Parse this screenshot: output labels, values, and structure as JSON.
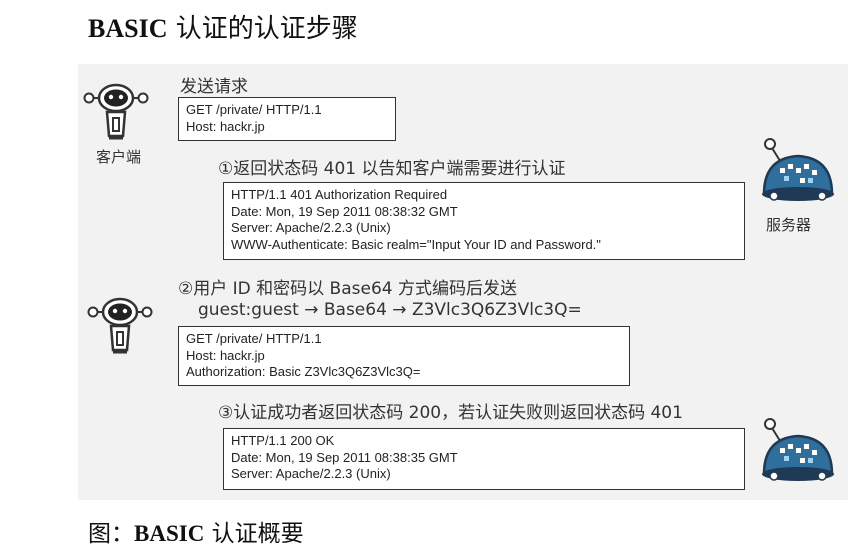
{
  "title_bold": "BASIC",
  "title_rest": " 认证的认证步骤",
  "caption_prefix": "图：",
  "caption_bold": "BASIC",
  "caption_rest": " 认证概要",
  "client_label": "客户端",
  "server_label": "服务器",
  "step0": {
    "label": "发送请求",
    "lines": [
      "GET /private/ HTTP/1.1",
      "Host: hackr.jp"
    ]
  },
  "step1": {
    "label": "①返回状态码 401 以告知客户端需要进行认证",
    "lines": [
      "HTTP/1.1 401 Authorization Required",
      "Date: Mon, 19 Sep 2011 08:38:32 GMT",
      "Server: Apache/2.2.3 (Unix)",
      "WWW-Authenticate: Basic realm=\"Input Your ID and Password.\""
    ]
  },
  "step2": {
    "label": "②用户 ID 和密码以 Base64 方式编码后发送",
    "encode": "guest:guest → Base64 → Z3Vlc3Q6Z3Vlc3Q=",
    "lines": [
      "GET /private/ HTTP/1.1",
      "Host: hackr.jp",
      "Authorization: Basic Z3Vlc3Q6Z3Vlc3Q="
    ]
  },
  "step3": {
    "label": "③认证成功者返回状态码 200，若认证失败则返回状态码 401",
    "lines": [
      "HTTP/1.1 200 OK",
      "Date: Mon, 19 Sep 2011 08:38:35 GMT",
      "Server: Apache/2.2.3 (Unix)"
    ]
  },
  "colors": {
    "background": "#f2f2f2",
    "server_body": "#2e6f9e",
    "server_dark": "#1e3a55",
    "robot_outline": "#333333"
  }
}
